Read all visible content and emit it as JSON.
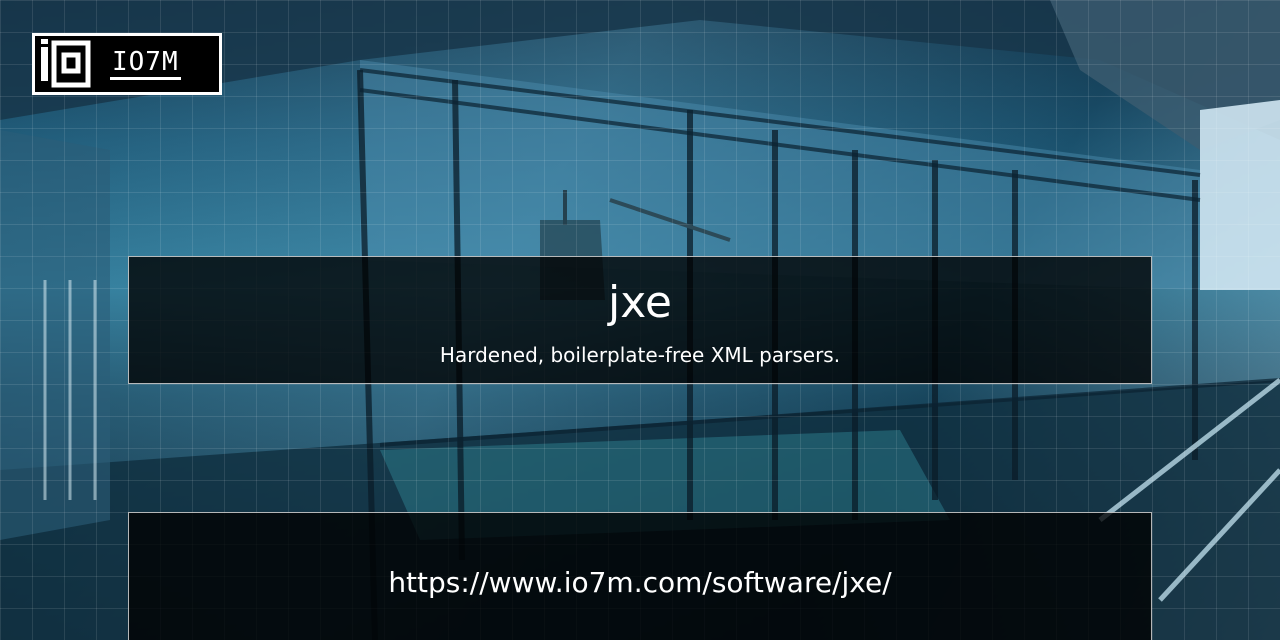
{
  "logo": {
    "text": "IO7M",
    "icon": "io7m-logo-icon"
  },
  "project": {
    "title": "jxe",
    "subtitle": "Hardened, boilerplate-free XML parsers.",
    "url": "https://www.io7m.com/software/jxe/"
  },
  "colors": {
    "panel": "#000000",
    "text": "#ffffff",
    "accent": "#2f7a98"
  }
}
